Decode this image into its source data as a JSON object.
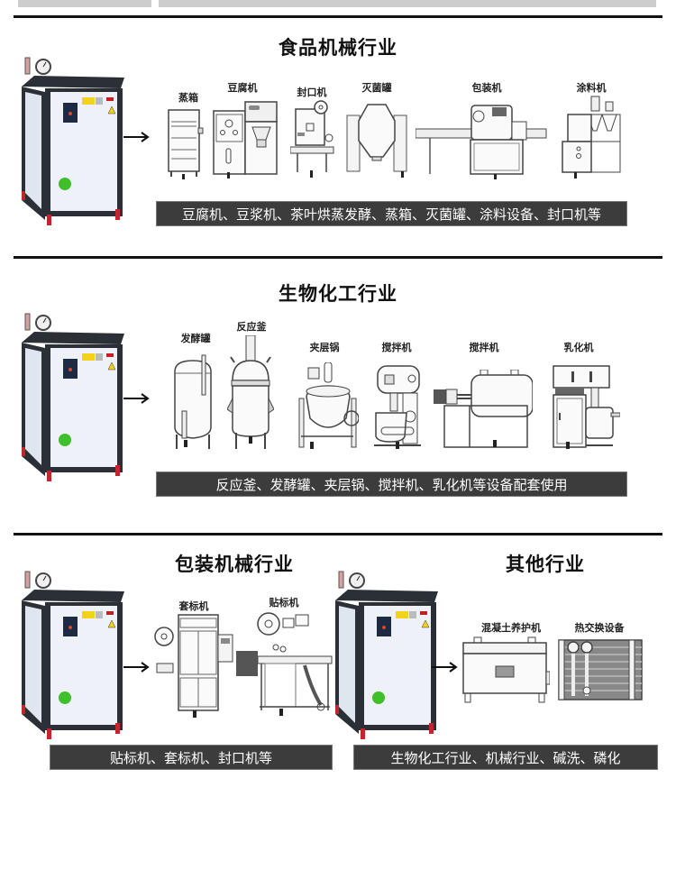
{
  "sections": [
    {
      "title": "食品机械行业",
      "equipment": [
        {
          "label": "蒸箱",
          "icon": "steam-cabinet-icon"
        },
        {
          "label": "豆腐机",
          "icon": "tofu-machine-icon"
        },
        {
          "label": "封口机",
          "icon": "sealing-machine-icon"
        },
        {
          "label": "灭菌罐",
          "icon": "sterilization-tank-icon"
        },
        {
          "label": "包装机",
          "icon": "packaging-machine-icon"
        },
        {
          "label": "涂料机",
          "icon": "coating-machine-icon"
        }
      ],
      "caption": "豆腐机、豆浆机、茶叶烘蒸发酵、蒸箱、灭菌罐、涂料设备、封口机等"
    },
    {
      "title": "生物化工行业",
      "equipment": [
        {
          "label": "发酵罐",
          "icon": "fermentation-tank-icon"
        },
        {
          "label": "反应釜",
          "icon": "reactor-kettle-icon"
        },
        {
          "label": "夹层锅",
          "icon": "jacketed-kettle-icon"
        },
        {
          "label": "搅拌机",
          "icon": "stand-mixer-icon"
        },
        {
          "label": "搅拌机",
          "icon": "drum-mixer-icon"
        },
        {
          "label": "乳化机",
          "icon": "emulsifier-icon"
        }
      ],
      "caption": "反应釜、发酵罐、夹层锅、搅拌机、乳化机等设备配套使用"
    },
    {
      "title": "包装机械行业",
      "equipment": [
        {
          "label": "套标机",
          "icon": "sleeve-labeler-icon"
        },
        {
          "label": "贴标机",
          "icon": "labeling-machine-icon"
        }
      ],
      "caption": "贴标机、套标机、封口机等"
    },
    {
      "title": "其他行业",
      "equipment": [
        {
          "label": "混凝土养护机",
          "icon": "concrete-curing-machine-icon"
        },
        {
          "label": "热交换设备",
          "icon": "heat-exchanger-icon"
        }
      ],
      "caption": "生物化工行业、机械行业、碱洗、磷化"
    }
  ],
  "colors": {
    "caption_bg": "#3c3c3c",
    "divider": "#111111",
    "boiler_frame": "#2b2f36",
    "boiler_panel": "#eef2f8",
    "boiler_feet": "#c0262c",
    "indicator_green": "#3fbf2a"
  }
}
